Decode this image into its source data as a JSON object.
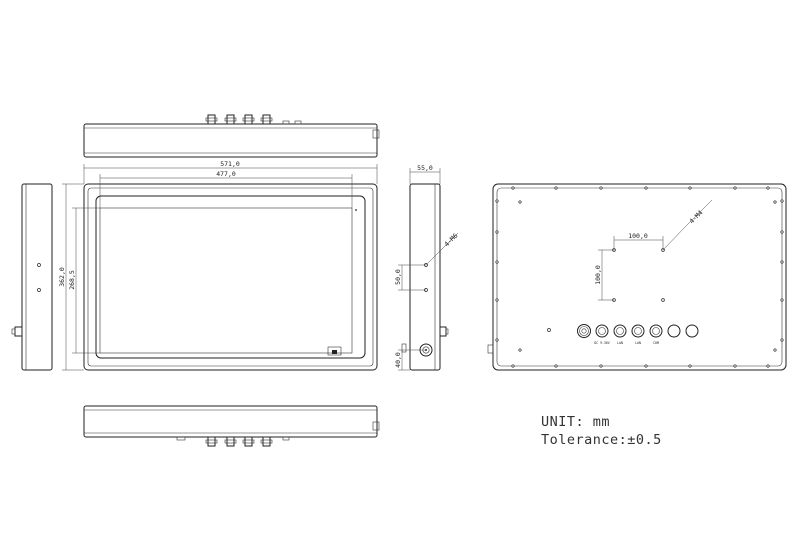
{
  "dimensions": {
    "overall_width": "571,0",
    "active_width": "477,0",
    "overall_height": "362,0",
    "active_height": "268,5",
    "depth": "55,0",
    "side_mount_spacing": "50,0",
    "side_offset": "40,0",
    "vesa_horizontal": "100,0",
    "vesa_vertical": "100,0"
  },
  "callouts": {
    "side_thread": "4-M6",
    "rear_thread": "4-M4"
  },
  "connectors": [
    "DC 9-36V",
    "LAN",
    "LAN",
    "COM"
  ],
  "notes": {
    "unit": "UNIT: mm",
    "tolerance": "Tolerance:±0.5"
  }
}
